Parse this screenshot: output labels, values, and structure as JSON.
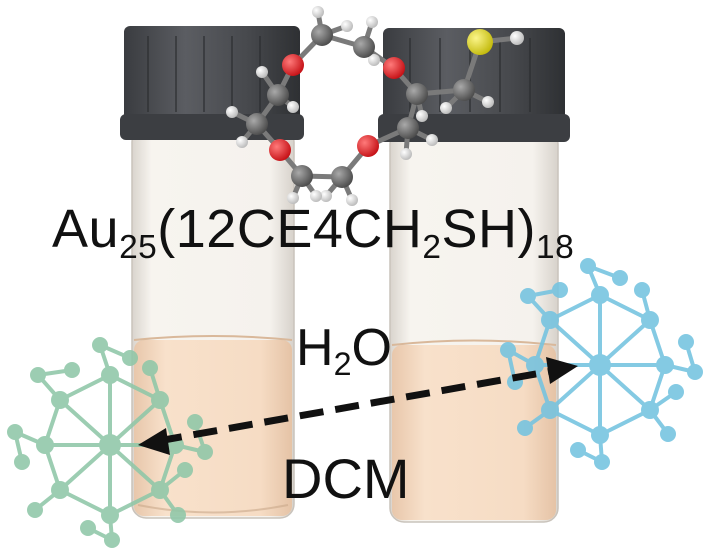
{
  "formula": {
    "prefix": "Au",
    "gold_count": "25",
    "ligand_open": "(12CE4CH",
    "h_count": "2",
    "ligand_close": "SH)",
    "ligand_count": "18"
  },
  "phase_top": {
    "symbol": "H",
    "h_count": "2",
    "suffix": "O"
  },
  "phase_bottom": {
    "label": "DCM"
  },
  "colors": {
    "cap": "#4b4d52",
    "water_layer": "#f6f2ec",
    "dcm_layer": "#f4d8bf",
    "cluster_left": "#8fc7a8",
    "cluster_right": "#74c3e0",
    "oxygen": "#e5262a",
    "carbon": "#666666",
    "hydrogen": "#dcdcdc",
    "sulfur": "#e2d915",
    "arrow": "#111111"
  },
  "icons": [
    "vial-icon",
    "vial-icon",
    "crown-ether-molecule-icon",
    "gold-cluster-icon",
    "gold-cluster-icon",
    "double-headed-arrow-icon"
  ]
}
